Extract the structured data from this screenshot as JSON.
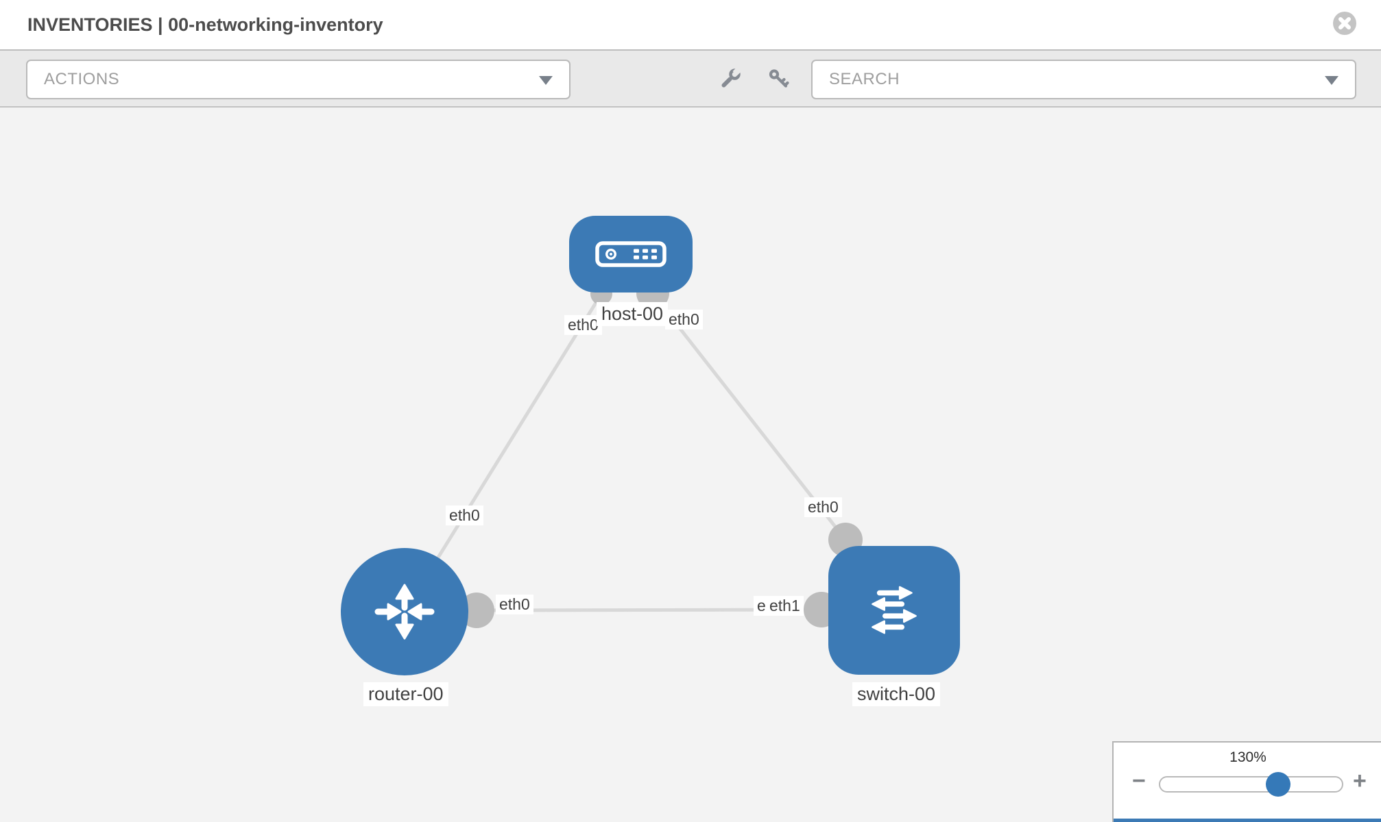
{
  "header": {
    "title": "INVENTORIES | 00-networking-inventory"
  },
  "toolbar": {
    "actions_label": "ACTIONS",
    "search_placeholder": "SEARCH",
    "icons": [
      "wrench-icon",
      "key-icon"
    ]
  },
  "topology": {
    "nodes": [
      {
        "id": "host-00",
        "type": "host",
        "label": "host-00"
      },
      {
        "id": "router-00",
        "type": "router",
        "label": "router-00"
      },
      {
        "id": "switch-00",
        "type": "switch",
        "label": "switch-00"
      }
    ],
    "links": [
      {
        "from": "host-00",
        "to": "router-00"
      },
      {
        "from": "host-00",
        "to": "switch-00"
      },
      {
        "from": "router-00",
        "to": "switch-00"
      }
    ],
    "iface_labels": [
      "eth0",
      "eth0",
      "eth0",
      "eth0",
      "eth0",
      "eth0",
      "eth1"
    ]
  },
  "zoom_panel": {
    "level": "130%",
    "zoom_out_label": "−",
    "zoom_in_label": "+"
  },
  "colors": {
    "node_blue": "#3c7ab5",
    "canvas_bg": "#f3f3f3",
    "toolbar_bg": "#e9e9e9",
    "link_gray": "#d8d8d8",
    "dot_gray": "#bcbcbc",
    "icon_gray": "#868b93",
    "label_text": "#404040",
    "muted_text": "#9e9e9e",
    "title_text": "#4c4c4c",
    "knob_blue": "#3579b8",
    "close_gray": "#c4c4c4"
  }
}
